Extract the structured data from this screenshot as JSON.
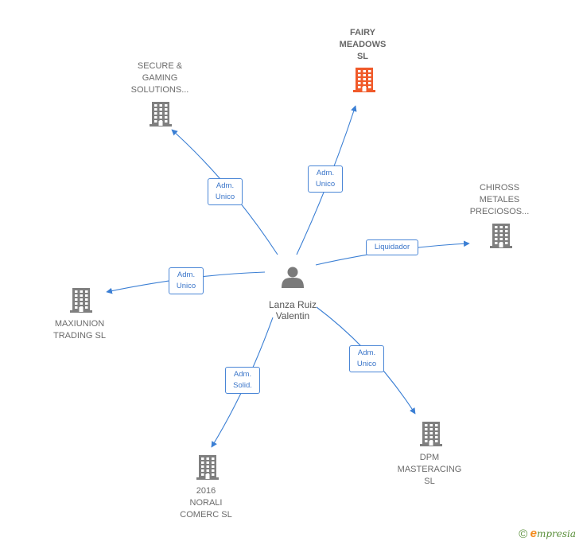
{
  "colors": {
    "edge": "#3b7fd4",
    "building": "#7f7f7f",
    "building_highlight": "#f05a2a",
    "person": "#7a7a7a"
  },
  "center": {
    "label": "Lanza Ruiz\nValentin",
    "icon": "person-icon"
  },
  "nodes": [
    {
      "id": "fairy",
      "label": "FAIRY\nMEADOWS\nSL",
      "icon": "building-icon",
      "highlight": true
    },
    {
      "id": "secure",
      "label": "SECURE &\nGAMING\nSOLUTIONS...",
      "icon": "building-icon",
      "highlight": false
    },
    {
      "id": "chiross",
      "label": "CHIROSS\nMETALES\nPRECIOSOS...",
      "icon": "building-icon",
      "highlight": false
    },
    {
      "id": "maxiunion",
      "label": "MAXIUNION\nTRADING SL",
      "icon": "building-icon",
      "highlight": false
    },
    {
      "id": "dpm",
      "label": "DPM\nMASTERACING\nSL",
      "icon": "building-icon",
      "highlight": false
    },
    {
      "id": "norali",
      "label": "2016\nNORALI\nCOMERC  SL",
      "icon": "building-icon",
      "highlight": false
    }
  ],
  "edges": [
    {
      "to": "fairy",
      "label": "Adm.\nUnico"
    },
    {
      "to": "secure",
      "label": "Adm.\nUnico"
    },
    {
      "to": "chiross",
      "label": "Liquidador"
    },
    {
      "to": "maxiunion",
      "label": "Adm.\nUnico"
    },
    {
      "to": "dpm",
      "label": "Adm.\nUnico"
    },
    {
      "to": "norali",
      "label": "Adm.\nSolid."
    }
  ],
  "footer": {
    "copyright": "©",
    "brand_initial": "e",
    "brand_rest": "mpresia"
  }
}
